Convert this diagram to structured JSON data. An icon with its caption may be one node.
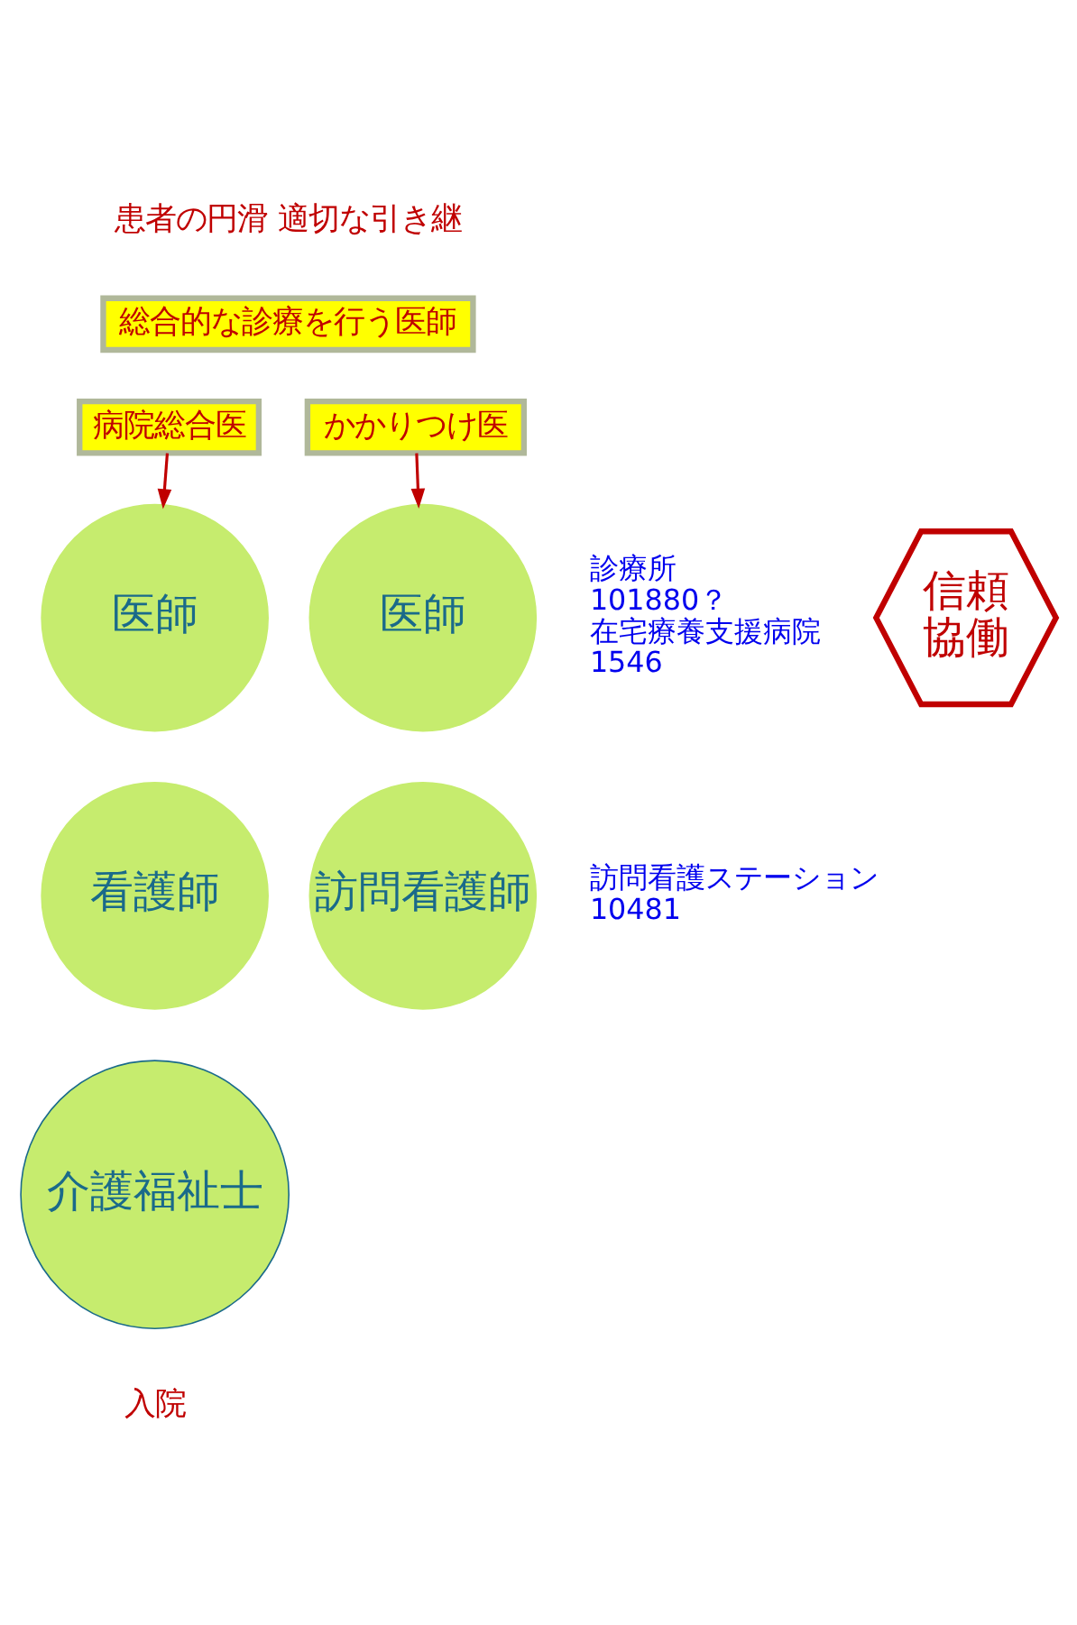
{
  "diagram": {
    "nodes": [
      {
        "text": [
          "総合的な診療を行う医師"
        ]
      },
      {
        "text": [
          "病院総合医"
        ]
      },
      {
        "text": [
          "かかりつけ医"
        ]
      },
      {
        "text": [
          "医師"
        ]
      },
      {
        "text": [
          "医師"
        ],
        "beside": [
          "診療所",
          "101880？",
          "在宅療養支援病院",
          "1546"
        ]
      },
      {
        "text": [
          "看護師"
        ]
      },
      {
        "text": [
          "訪問看護師"
        ],
        "beside": [
          "訪問看護ステーション",
          "10481"
        ]
      },
      {
        "text": [
          "介護福祉士"
        ]
      },
      {
        "text": [
          "信頼",
          "協働"
        ]
      }
    ],
    "edges": [
      {
        "from": 1,
        "to": 3,
        "arrow": "to"
      },
      {
        "from": 2,
        "to": 4,
        "arrow": "to"
      }
    ],
    "labels": [
      "患者の円滑 適切な引き継",
      "入院"
    ]
  }
}
